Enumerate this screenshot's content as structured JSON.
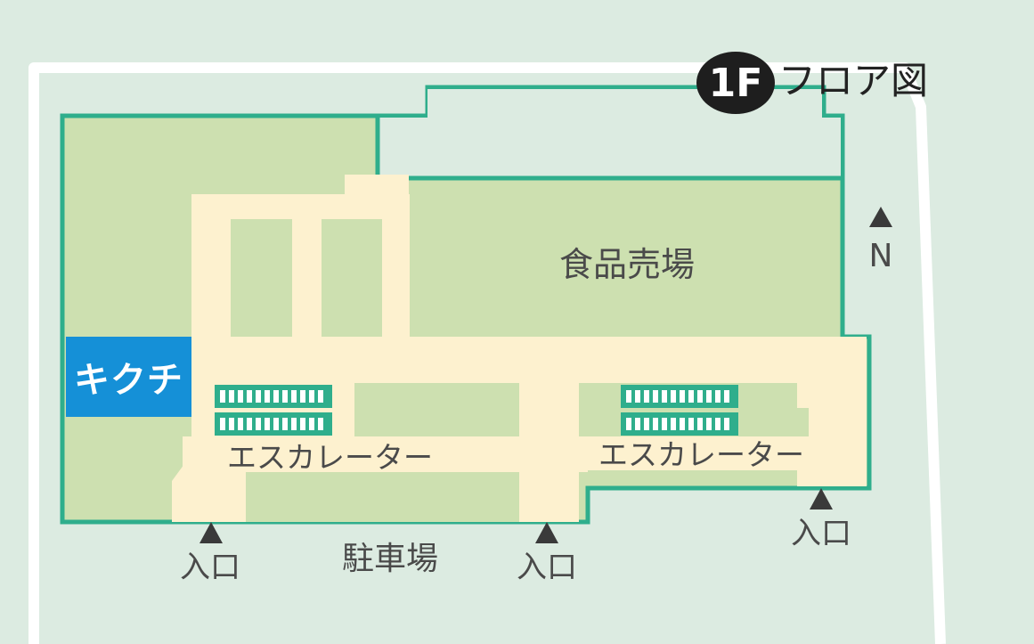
{
  "floor": {
    "badge": "1F",
    "title": "フロア図"
  },
  "store": {
    "name": "キクチ"
  },
  "areas": {
    "food": "食品売場",
    "parking": "駐車場"
  },
  "escalators": [
    "エスカレーター",
    "エスカレーター"
  ],
  "entrances": [
    "入口",
    "入口",
    "入口"
  ],
  "compass": {
    "north": "N"
  },
  "colors": {
    "background": "#dcebe1",
    "outline": "#2fae8c",
    "floor": "#cde0b0",
    "corridor": "#fdf1cf",
    "brand": "#1590d7",
    "text": "#4a4a4a"
  }
}
